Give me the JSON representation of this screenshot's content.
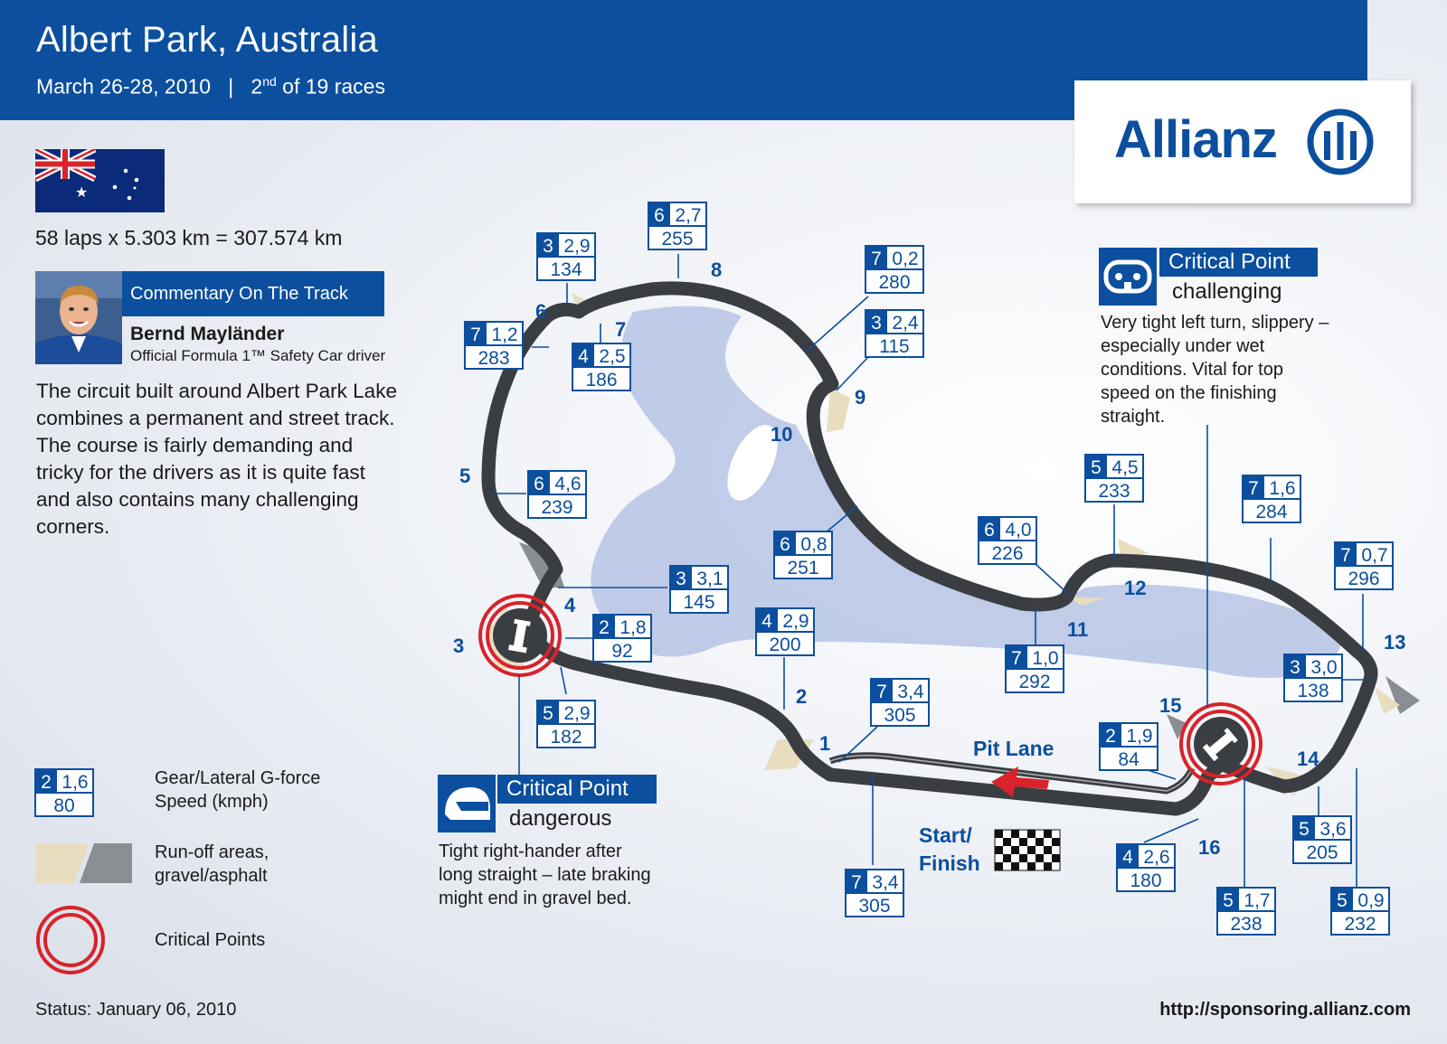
{
  "header": {
    "title": "Albert Park, Australia",
    "date": "March 26-28, 2010",
    "separator": "|",
    "race_ord_num": "2",
    "race_ord_suffix": "nd",
    "race_tail": "of 19 races"
  },
  "logo": {
    "text": "Allianz",
    "color": "#0b4f9e"
  },
  "laps": "58 laps x 5.303 km = 307.574 km",
  "commentary": {
    "heading": "Commentary On The Track",
    "name": "Bernd Mayländer",
    "role": "Official Formula 1™ Safety Car driver",
    "text": "The circuit built around Albert Park Lake combines a permanent and street track. The course is fairly demanding and tricky for the drivers as it is quite fast and also contains many challenging corners."
  },
  "critical_points": [
    {
      "title": "Critical Point",
      "level": "dangerous",
      "text_lines": [
        "Tight right-hander after",
        "long straight – late braking",
        "might end in gravel bed."
      ]
    },
    {
      "title": "Critical Point",
      "level": "challenging",
      "text_lines": [
        "Very tight left turn, slippery –",
        "especially under wet",
        "conditions. Vital for top",
        "speed on the finishing",
        "straight."
      ]
    }
  ],
  "legend": {
    "sample": {
      "gear": "2",
      "g": "1,6",
      "speed": "80"
    },
    "gear_label_1": "Gear/Lateral G-force",
    "gear_label_2": "Speed (kmph)",
    "runoff_label_1": "Run-off areas,",
    "runoff_label_2": "gravel/asphalt",
    "critical_label": "Critical Points"
  },
  "map_labels": {
    "pit_lane": "Pit Lane",
    "start_1": "Start/",
    "start_2": "Finish"
  },
  "turns": [
    "1",
    "2",
    "3",
    "4",
    "5",
    "6",
    "7",
    "8",
    "9",
    "10",
    "11",
    "12",
    "13",
    "14",
    "15",
    "16"
  ],
  "speed_boxes": [
    {
      "gear": "3",
      "g": "2,9",
      "speed": "134"
    },
    {
      "gear": "6",
      "g": "2,7",
      "speed": "255"
    },
    {
      "gear": "7",
      "g": "0,2",
      "speed": "280"
    },
    {
      "gear": "3",
      "g": "2,4",
      "speed": "115"
    },
    {
      "gear": "7",
      "g": "1,2",
      "speed": "283"
    },
    {
      "gear": "4",
      "g": "2,5",
      "speed": "186"
    },
    {
      "gear": "6",
      "g": "4,6",
      "speed": "239"
    },
    {
      "gear": "6",
      "g": "0,8",
      "speed": "251"
    },
    {
      "gear": "3",
      "g": "3,1",
      "speed": "145"
    },
    {
      "gear": "2",
      "g": "1,8",
      "speed": "92"
    },
    {
      "gear": "4",
      "g": "2,9",
      "speed": "200"
    },
    {
      "gear": "5",
      "g": "2,9",
      "speed": "182"
    },
    {
      "gear": "7",
      "g": "3,4",
      "speed": "305"
    },
    {
      "gear": "7",
      "g": "3,4",
      "speed": "305"
    },
    {
      "gear": "5",
      "g": "4,5",
      "speed": "233"
    },
    {
      "gear": "6",
      "g": "4,0",
      "speed": "226"
    },
    {
      "gear": "7",
      "g": "1,0",
      "speed": "292"
    },
    {
      "gear": "7",
      "g": "1,6",
      "speed": "284"
    },
    {
      "gear": "7",
      "g": "0,7",
      "speed": "296"
    },
    {
      "gear": "3",
      "g": "3,0",
      "speed": "138"
    },
    {
      "gear": "2",
      "g": "1,9",
      "speed": "84"
    },
    {
      "gear": "4",
      "g": "2,6",
      "speed": "180"
    },
    {
      "gear": "5",
      "g": "3,6",
      "speed": "205"
    },
    {
      "gear": "5",
      "g": "1,7",
      "speed": "238"
    },
    {
      "gear": "5",
      "g": "0,9",
      "speed": "232"
    }
  ],
  "status": "Status: January 06, 2010",
  "url": "http://sponsoring.allianz.com",
  "colors": {
    "blue": "#0b4f9e",
    "track": "#3a3d42",
    "lake": "#b9c6e6",
    "gravel": "#e8ddbf",
    "critical": "#d8232a"
  }
}
